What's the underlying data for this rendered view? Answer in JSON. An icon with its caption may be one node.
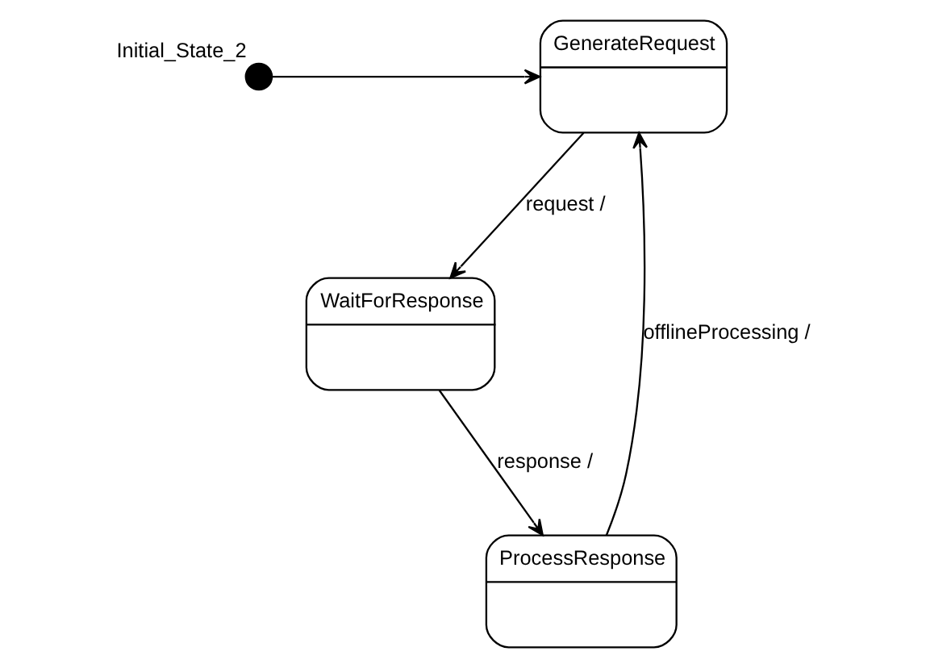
{
  "diagram": {
    "nodes": [
      {
        "text": [],
        "shape": "circle",
        "beside": [
          "Initial_State_2"
        ]
      },
      {
        "text": [
          "GenerateRequest"
        ]
      },
      {
        "text": [
          "ProcessResponse"
        ]
      },
      {
        "text": [
          "WaitForResponse"
        ]
      }
    ],
    "edges": [
      {
        "from": 0,
        "to": 1,
        "arrow": "to"
      },
      {
        "from": 1,
        "to": 3,
        "arrow": "to",
        "label": "request /"
      },
      {
        "from": 3,
        "to": 2,
        "arrow": "to",
        "label": "response /"
      },
      {
        "from": 2,
        "to": 1,
        "arrow": "to",
        "label": "offlineProcessing /"
      }
    ]
  }
}
